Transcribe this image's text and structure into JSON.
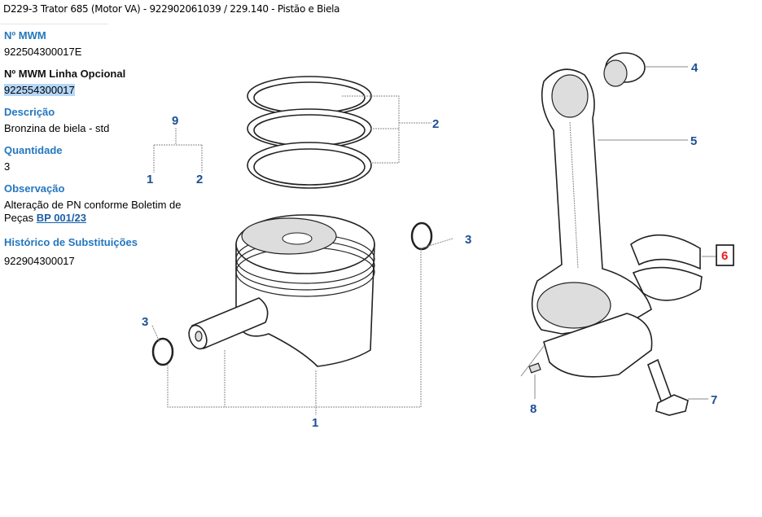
{
  "header": {
    "breadcrumb": "D229-3 Trator 685 (Motor VA) - 922902061039  /  229.140 - Pistão e Biela"
  },
  "details": {
    "mwm_label": "Nº MWM",
    "mwm_value": "922504300017E",
    "optional_label": "Nº MWM Linha Opcional",
    "optional_value": "922554300017",
    "description_label": "Descrição",
    "description_value": "Bronzina de biela - std",
    "quantity_label": "Quantidade",
    "quantity_value": "3",
    "observation_label": "Observação",
    "observation_text": "Alteração de PN conforme Boletim de Peças",
    "observation_link": "BP 001/23",
    "history_label": "Histórico de Substituições",
    "history_value": "922904300017"
  },
  "diagram": {
    "callouts": {
      "c1": "1",
      "c2": "2",
      "c3a": "3",
      "c3b": "3",
      "c4": "4",
      "c5": "5",
      "c6": "6",
      "c7": "7",
      "c8": "8",
      "c9": "9",
      "c9_1": "1",
      "c9_2": "2"
    },
    "highlight_color": "#e02020",
    "callout_color": "#1d4f95"
  }
}
